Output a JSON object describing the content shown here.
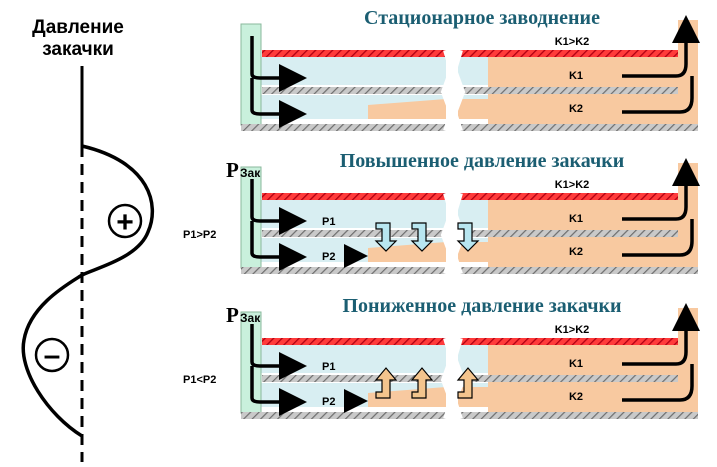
{
  "left_panel": {
    "title_line1": "Давление",
    "title_line2": "закачки",
    "plus_sign": "+",
    "minus_sign": "–"
  },
  "panels": [
    {
      "title": "Стационарное заводнение",
      "k_relation": "K1>K2",
      "k1": "K1",
      "k2": "K2",
      "pressure_symbol": "",
      "pressure_subscript": "",
      "p_relation": "",
      "p1": "",
      "p2": "",
      "crossflow": "none"
    },
    {
      "title": "Повышенное давление закачки",
      "k_relation": "K1>K2",
      "k1": "K1",
      "k2": "K2",
      "pressure_symbol": "P",
      "pressure_subscript": "Зак",
      "p_relation": "P1>P2",
      "p1": "P1",
      "p2": "P2",
      "crossflow": "down"
    },
    {
      "title": "Пониженное давление закачки",
      "k_relation": "K1>K2",
      "k1": "K1",
      "k2": "K2",
      "pressure_symbol": "P",
      "pressure_subscript": "Зак",
      "p_relation": "P1<P2",
      "p1": "P1",
      "p2": "P2",
      "crossflow": "up"
    }
  ],
  "colors": {
    "title": "#1b5e72",
    "injector_fill": "#c9f0dc",
    "layer_fill": "#d8eef2",
    "producer_fill": "#f8c9a0",
    "seal_red": "#d9001b",
    "hatch_gray": "#8a8a8a",
    "crossflow_down": "#b8e6f0",
    "crossflow_up": "#f3c48d"
  }
}
